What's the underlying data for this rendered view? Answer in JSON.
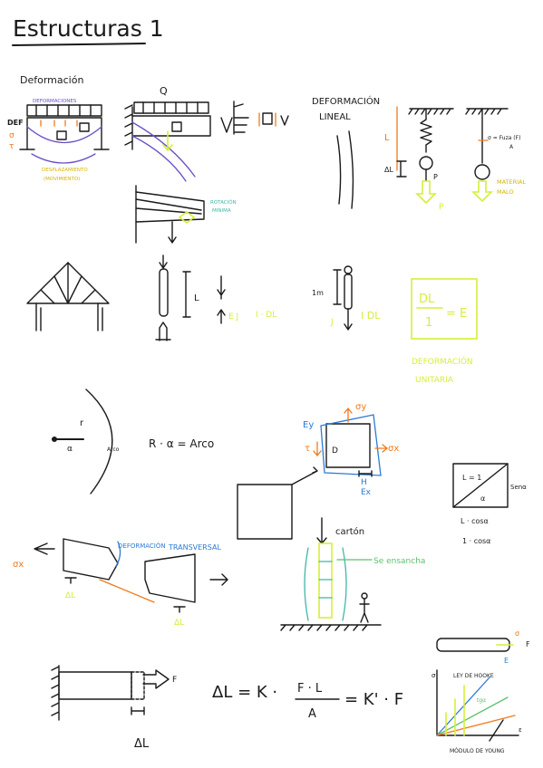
{
  "title": "Estructuras 1",
  "colors": {
    "ink": "#1a1a1a",
    "yellow": "#d6ee3a",
    "orange": "#f07a1c",
    "blue": "#2b7bd6",
    "purple": "#6a4fc9",
    "teal": "#3fb6a6",
    "green": "#5bc26a"
  },
  "sec1": {
    "deformacion": "Deformación",
    "deformaciones": "DEFORMACIONES",
    "def": "DEF",
    "sigma": "σ",
    "tau": "τ",
    "desplazamiento": "DESPLAZAMIENTO",
    "desplazamiento_sub": "(MOVIMIENTO)",
    "q": "Q"
  },
  "sec1b": {
    "rotacion": "ROTACIÓN",
    "rotacion_sub": "MINIMA"
  },
  "sec2": {
    "deformacion_lineal": "DEFORMACIÓN",
    "lineal": "LINEAL",
    "l": "L",
    "dl": "ΔL",
    "p1": "P",
    "p2": "P",
    "sigma_formula": "σ = Fuza (F)",
    "formula_den": "A",
    "material": "MATERIAL",
    "malo": "MALO"
  },
  "sec3": {
    "L": "L",
    "eps_label": "E J",
    "idl": "I · DL",
    "one_m": "1m",
    "p_label": "J",
    "i_dl": "I DL",
    "box_num": "DL",
    "box_den": "1",
    "box_eq": "= E",
    "unitaria": "DEFORMACIÓN",
    "unitaria2": "UNITARIA"
  },
  "sec4": {
    "r": "r",
    "alpha": "α",
    "arco": "Arco",
    "formula": "R · α = Arco",
    "ey": "Ey",
    "sigma_y": "σy",
    "tau": "τ",
    "d": "D",
    "sigma_x": "σx",
    "h": "H",
    "ex": "Ex",
    "l1": "L = 1",
    "alpha2": "α",
    "sen": "Senα",
    "cos": "L · cosα",
    "cos2": "1 · cosα"
  },
  "sec5": {
    "def_trans": "DEFORMACIÓN",
    "trans": "TRANSVERSAL",
    "sigma_x": "σx",
    "dl": "ΔL",
    "dl2": "ΔL",
    "carton": "cartón",
    "se_ensancha": "Se ensancha"
  },
  "sec6": {
    "f": "F",
    "dl": "ΔL",
    "formula_lhs": "ΔL = K ·",
    "formula_num": "F · L",
    "formula_den": "A",
    "formula_rhs": "= K' · F",
    "sigma": "σ",
    "f2": "F",
    "e": "E",
    "ley_hooke": "LEY DE HOOKE",
    "tg": "tgα",
    "modulo": "MÓDULO DE YOUNG",
    "eps": "ε",
    "sigma2": "σ"
  }
}
